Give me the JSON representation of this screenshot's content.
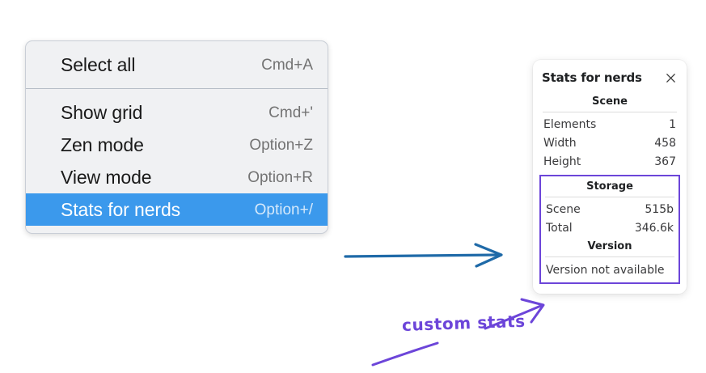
{
  "context_menu": {
    "groups": [
      {
        "items": [
          {
            "label": "Select all",
            "shortcut": "Cmd+A",
            "selected": false
          }
        ]
      },
      {
        "items": [
          {
            "label": "Show grid",
            "shortcut": "Cmd+'",
            "selected": false
          },
          {
            "label": "Zen mode",
            "shortcut": "Option+Z",
            "selected": false
          },
          {
            "label": "View mode",
            "shortcut": "Option+R",
            "selected": false
          },
          {
            "label": "Stats for nerds",
            "shortcut": "Option+/",
            "selected": true
          }
        ]
      }
    ],
    "selection_color": "#3b99ec",
    "background_color": "#f0f1f3"
  },
  "stats_panel": {
    "title": "Stats for nerds",
    "close_icon": "close-icon",
    "scene": {
      "heading": "Scene",
      "rows": [
        {
          "key": "Elements",
          "value": "1"
        },
        {
          "key": "Width",
          "value": "458"
        },
        {
          "key": "Height",
          "value": "367"
        }
      ]
    },
    "storage": {
      "heading": "Storage",
      "rows": [
        {
          "key": "Scene",
          "value": "515b"
        },
        {
          "key": "Total",
          "value": "346.6k"
        }
      ]
    },
    "version": {
      "heading": "Version",
      "text": "Version not available"
    },
    "highlight_color": "#6c45d9"
  },
  "annotations": {
    "arrow_blue_color": "#1f6aa8",
    "arrow_purple_color": "#6c45d9",
    "custom_stats_label": "custom stats"
  }
}
